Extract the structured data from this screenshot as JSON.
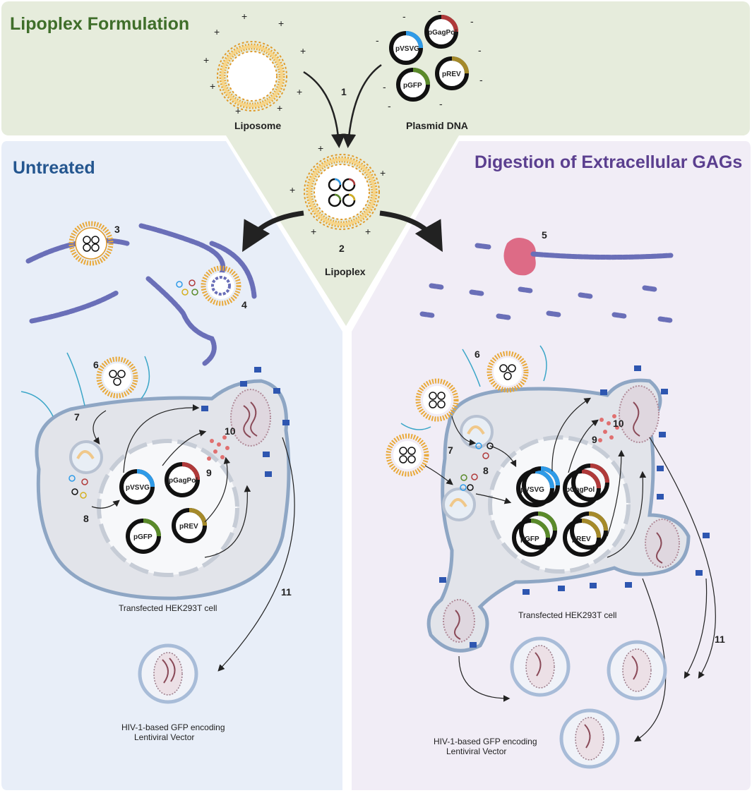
{
  "panels": {
    "formulation_title": "Lipoplex Formulation",
    "untreated_title": "Untreated",
    "digestion_title": "Digestion of Extracellular GAGs"
  },
  "formulation": {
    "liposome_label": "Liposome",
    "plasmid_label": "Plasmid DNA",
    "lipoplex_label": "Lipoplex"
  },
  "plasmids": {
    "pvsvg": "pVSVG",
    "pgagpol": "pGagPol",
    "pgfp": "pGFP",
    "prev": "pREV"
  },
  "steps": {
    "s1": "1",
    "s2": "2",
    "s3": "3",
    "s4": "4",
    "s5": "5",
    "s6": "6",
    "s7": "7",
    "s8": "8",
    "s9": "9",
    "s10": "10",
    "s11": "11"
  },
  "captions": {
    "cell": "Transfected HEK293T cell",
    "vector_line1": "HIV-1-based GFP encoding",
    "vector_line2": "Lentiviral Vector"
  },
  "charges": {
    "plus": "+",
    "minus": "-"
  },
  "colors": {
    "formulation_bg": "#e6ecdc",
    "untreated_bg": "#e8eef8",
    "digestion_bg": "#f1edf6",
    "formulation_title": "#3f6e2a",
    "untreated_title": "#24568f",
    "digestion_title": "#5b3f8f",
    "lipid_orange": "#e9a93a",
    "lipid_yellow": "#f6d58a",
    "plasmid_blue": "#2f9be8",
    "plasmid_red": "#b03a3a",
    "plasmid_green": "#5a8a2a",
    "plasmid_olive": "#a58a2a",
    "gag_chain": "#6a6fb8",
    "cell_fill": "#e2e4ea",
    "membrane": "#8ea6c4",
    "receptor": "#2e56b0",
    "heparinase": "#dd6b86"
  }
}
